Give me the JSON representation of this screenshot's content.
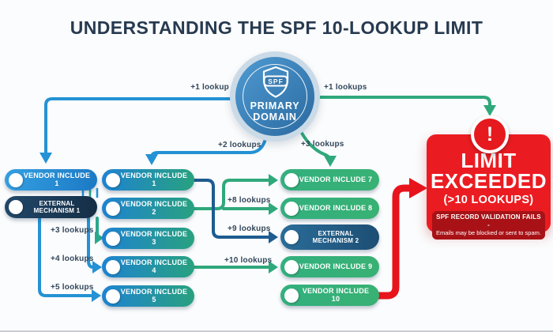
{
  "title": "UNDERSTANDING THE SPF 10-LOOKUP LIMIT",
  "center": {
    "shield_text": "SPF",
    "line1": "PRIMARY",
    "line2": "DOMAIN"
  },
  "nodes": {
    "left": {
      "vendor1": "VENDOR INCLUDE 1",
      "external1": "EXTERNAL MECHANISM 1"
    },
    "mid": [
      "VENDOR INCLUDE 1",
      "VENDOR INCLUDE 2",
      "VENDOR INCLUDE 3",
      "VENDOR INCLUDE 4",
      "VENDOR INCLUDE 5"
    ],
    "right": [
      "VENDOR INCLUDE 7",
      "VENDOR INCLUDE 8",
      "EXTERNAL MECHANISM 2",
      "VENDOR INCLUDE 9",
      "VENDOR INCLUDE 10"
    ]
  },
  "edge_labels": {
    "to_left_vendor1": "+1 lookup",
    "to_limit": "+1 lookups",
    "to_mid_vendor1": "+2 lookups",
    "to_right_vendor7": "+3 lookups",
    "to_mid_vendor3": "+3 lookups",
    "to_mid_vendor4": "+4 lookups",
    "to_mid_vendor5": "+5 lookups",
    "to_right_vendor8": "+8 lookups",
    "to_external2": "+9 lookups",
    "to_right_vendor9": "+10 lookups"
  },
  "alert": {
    "mark": "!",
    "title_line1": "LIMIT",
    "title_line2": "EXCEEDED",
    "subtitle": "(>10 LOOKUPS)",
    "note_title": "SPF RECORD VALIDATION FAILS -",
    "note_body": "Emails may be blocked or sent to spam."
  },
  "colors": {
    "blue": "#2492d4",
    "teal": "#2aa88c",
    "green": "#2fa87c",
    "dark_blue": "#1d5c90",
    "red": "#e8141c",
    "navy_text": "#273a50"
  }
}
